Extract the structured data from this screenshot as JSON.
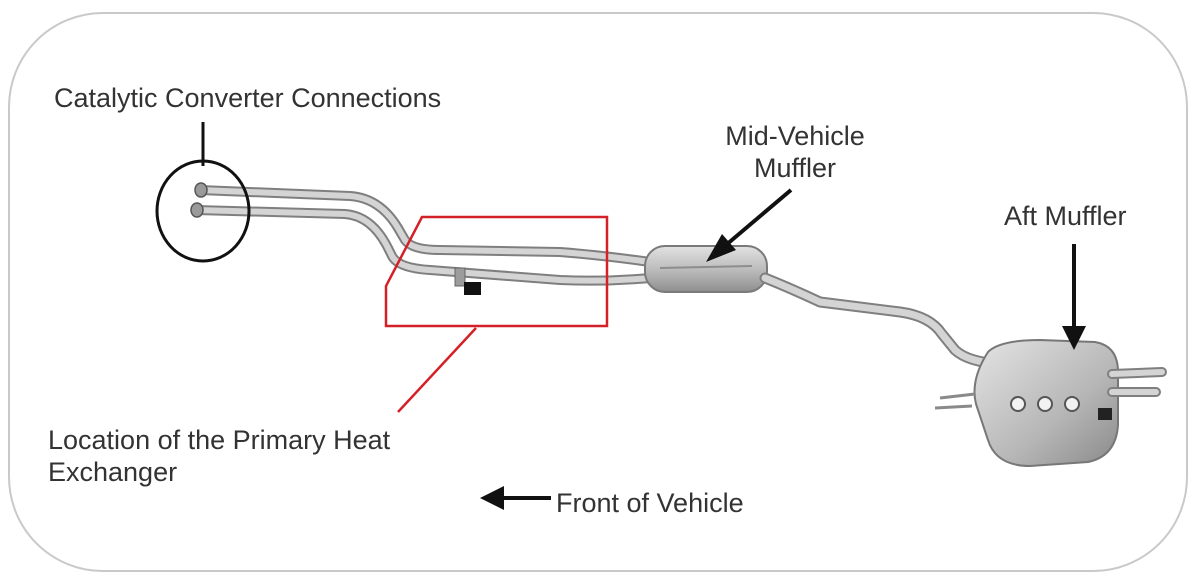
{
  "labels": {
    "catalytic_converter": "Catalytic Converter Connections",
    "mid_vehicle_muffler_line1": "Mid-Vehicle",
    "mid_vehicle_muffler_line2": "Muffler",
    "aft_muffler": "Aft Muffler",
    "heat_exchanger_line1": "Location of the Primary Heat",
    "heat_exchanger_line2": "Exchanger",
    "front_of_vehicle": "Front of Vehicle"
  },
  "colors": {
    "highlight": "#d42127",
    "callout": "#111111",
    "pipe": "#a9a9a9",
    "text": "#333333"
  },
  "icons": {
    "front_arrow": "arrow-left-icon"
  }
}
